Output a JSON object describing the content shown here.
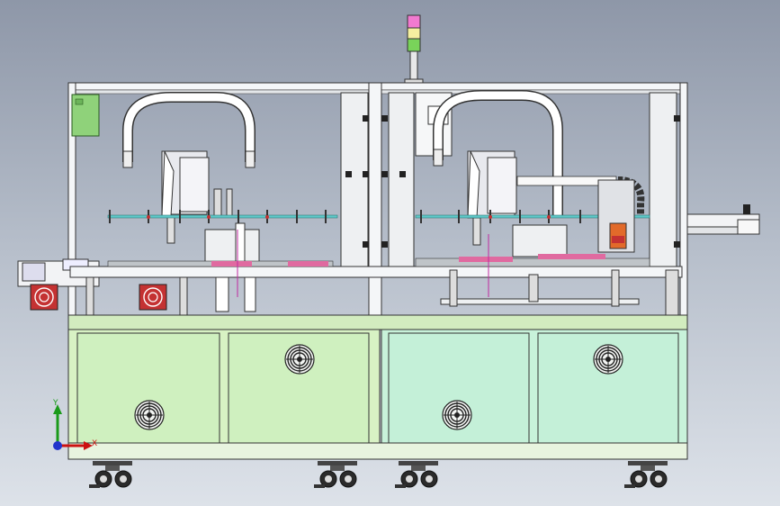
{
  "viewport": {
    "background_top": "#8e97a8",
    "background_bottom": "#dde2e9"
  },
  "axes": {
    "x_label": "X",
    "y_label": "Y",
    "x_color": "#cc1111",
    "y_color": "#1a9a1a",
    "z_color": "#2233cc"
  },
  "machine": {
    "station_count": 2,
    "frame_color": "#f4f6f8",
    "cabinet_color": "#d8f2c4",
    "cabinet_right_color": "#c8f2da",
    "cabinet_panel_color": "#cff0bf",
    "accent_pink": "#e06aa0",
    "accent_cyan": "#5fc9c9",
    "accent_red": "#c43232",
    "accent_orange": "#e26a2a",
    "control_box_color": "#8fd27a",
    "signal_tower": [
      "#f27ad0",
      "#f5f0a0",
      "#79d35a"
    ]
  },
  "icons": [
    "fan-grill-icon",
    "caster-wheel-icon",
    "signal-tower-icon",
    "coordinate-axis-icon"
  ]
}
